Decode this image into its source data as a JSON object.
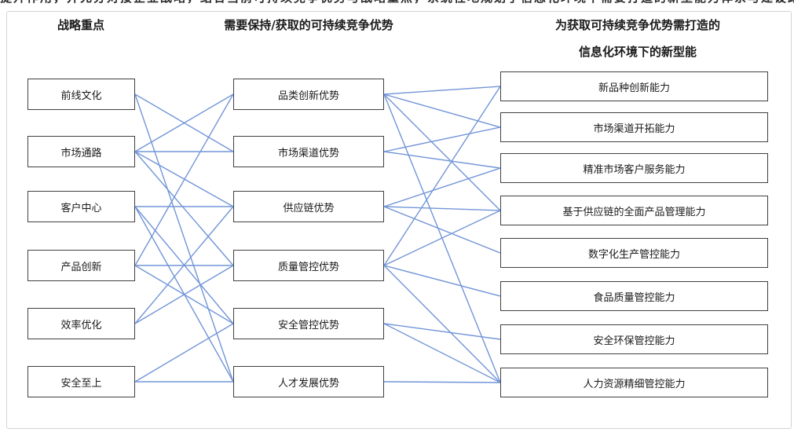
{
  "page": {
    "top_clipped_text": "提升作用，并充分对接企业战略，结合当前可持续竞争优势与战略重点，系统性地规划了信息化环境下需要打造的新型能力体系与建设路径",
    "frame_border_color": "#d4d4d4"
  },
  "diagram": {
    "line_color": "#7295d8",
    "box_border_color": "#404040",
    "columns": [
      {
        "id": "strategy",
        "header": "战略重点",
        "items": [
          "前线文化",
          "市场通路",
          "客户中心",
          "产品创新",
          "效率优化",
          "安全至上"
        ]
      },
      {
        "id": "advantages",
        "header": "需要保持/获取的可持续竞争优势",
        "items": [
          "品类创新优势",
          "市场渠道优势",
          "供应链优势",
          "质量管控优势",
          "安全管控优势",
          "人才发展优势"
        ]
      },
      {
        "id": "capabilities",
        "header_line1": "为获取可持续竞争优势需打造的",
        "header_line2": "信息化环境下的新型能",
        "items": [
          "新品种创新能力",
          "市场渠道开拓能力",
          "精准市场客户服务能力",
          "基于供应链的全面产品管理能力",
          "数字化生产管控能力",
          "食品质量管控能力",
          "安全环保管控能力",
          "人力资源精细管控能力"
        ]
      }
    ],
    "links_strategy_to_advantage": [
      [
        0,
        1
      ],
      [
        0,
        5
      ],
      [
        1,
        0
      ],
      [
        1,
        1
      ],
      [
        1,
        2
      ],
      [
        1,
        3
      ],
      [
        2,
        2
      ],
      [
        2,
        4
      ],
      [
        2,
        5
      ],
      [
        3,
        0
      ],
      [
        3,
        3
      ],
      [
        3,
        4
      ],
      [
        4,
        2
      ],
      [
        4,
        3
      ],
      [
        5,
        4
      ],
      [
        5,
        5
      ]
    ],
    "links_advantage_to_capability": [
      [
        0,
        0
      ],
      [
        0,
        1
      ],
      [
        0,
        3
      ],
      [
        0,
        7
      ],
      [
        1,
        1
      ],
      [
        1,
        2
      ],
      [
        2,
        2
      ],
      [
        2,
        3
      ],
      [
        2,
        4
      ],
      [
        3,
        0
      ],
      [
        3,
        3
      ],
      [
        3,
        5
      ],
      [
        3,
        7
      ],
      [
        4,
        6
      ],
      [
        4,
        7
      ],
      [
        5,
        7
      ]
    ]
  }
}
